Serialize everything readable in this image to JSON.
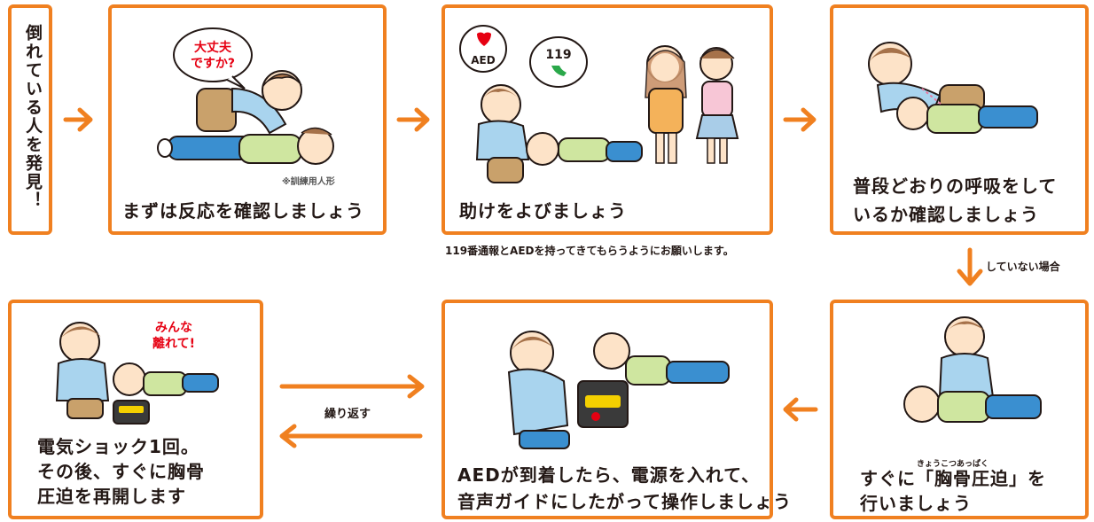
{
  "start_label": "倒れている人を発見！",
  "step1": {
    "caption": "まずは反応を確認しましょう",
    "bubble_line1": "大丈夫",
    "bubble_line2": "ですか?",
    "note": "※訓練用人形"
  },
  "step2": {
    "caption": "助けをよびましょう",
    "aed_label": "AED",
    "phone_label": "119",
    "note": "119番通報とAEDを持ってきてもらうようにお願いします。"
  },
  "step3": {
    "caption_line1": "普段どおりの呼吸をして",
    "caption_line2": "いるか確認しましょう"
  },
  "not_breathing": "していない場合",
  "step4": {
    "ruby": "きょうこつあっぱく",
    "caption_line1": "すぐに「胸骨圧迫」を",
    "caption_line2": "行いましょう"
  },
  "step5": {
    "caption_line1": "AEDが到着したら、電源を入れて、",
    "caption_line2": "音声ガイドにしたがって操作しましょう"
  },
  "repeat_label": "繰り返す",
  "step6": {
    "bubble_line1": "みんな",
    "bubble_line2": "離れて!",
    "caption_line1": "電気ショック1回。",
    "caption_line2": "その後、すぐに胸骨",
    "caption_line3": "圧迫を再開します"
  },
  "colors": {
    "accent": "#f08020",
    "alert_text": "#e60012",
    "shirt_blue": "#a9d4ee",
    "pants_blue": "#3a8fd0",
    "skin": "#fde3c8"
  }
}
